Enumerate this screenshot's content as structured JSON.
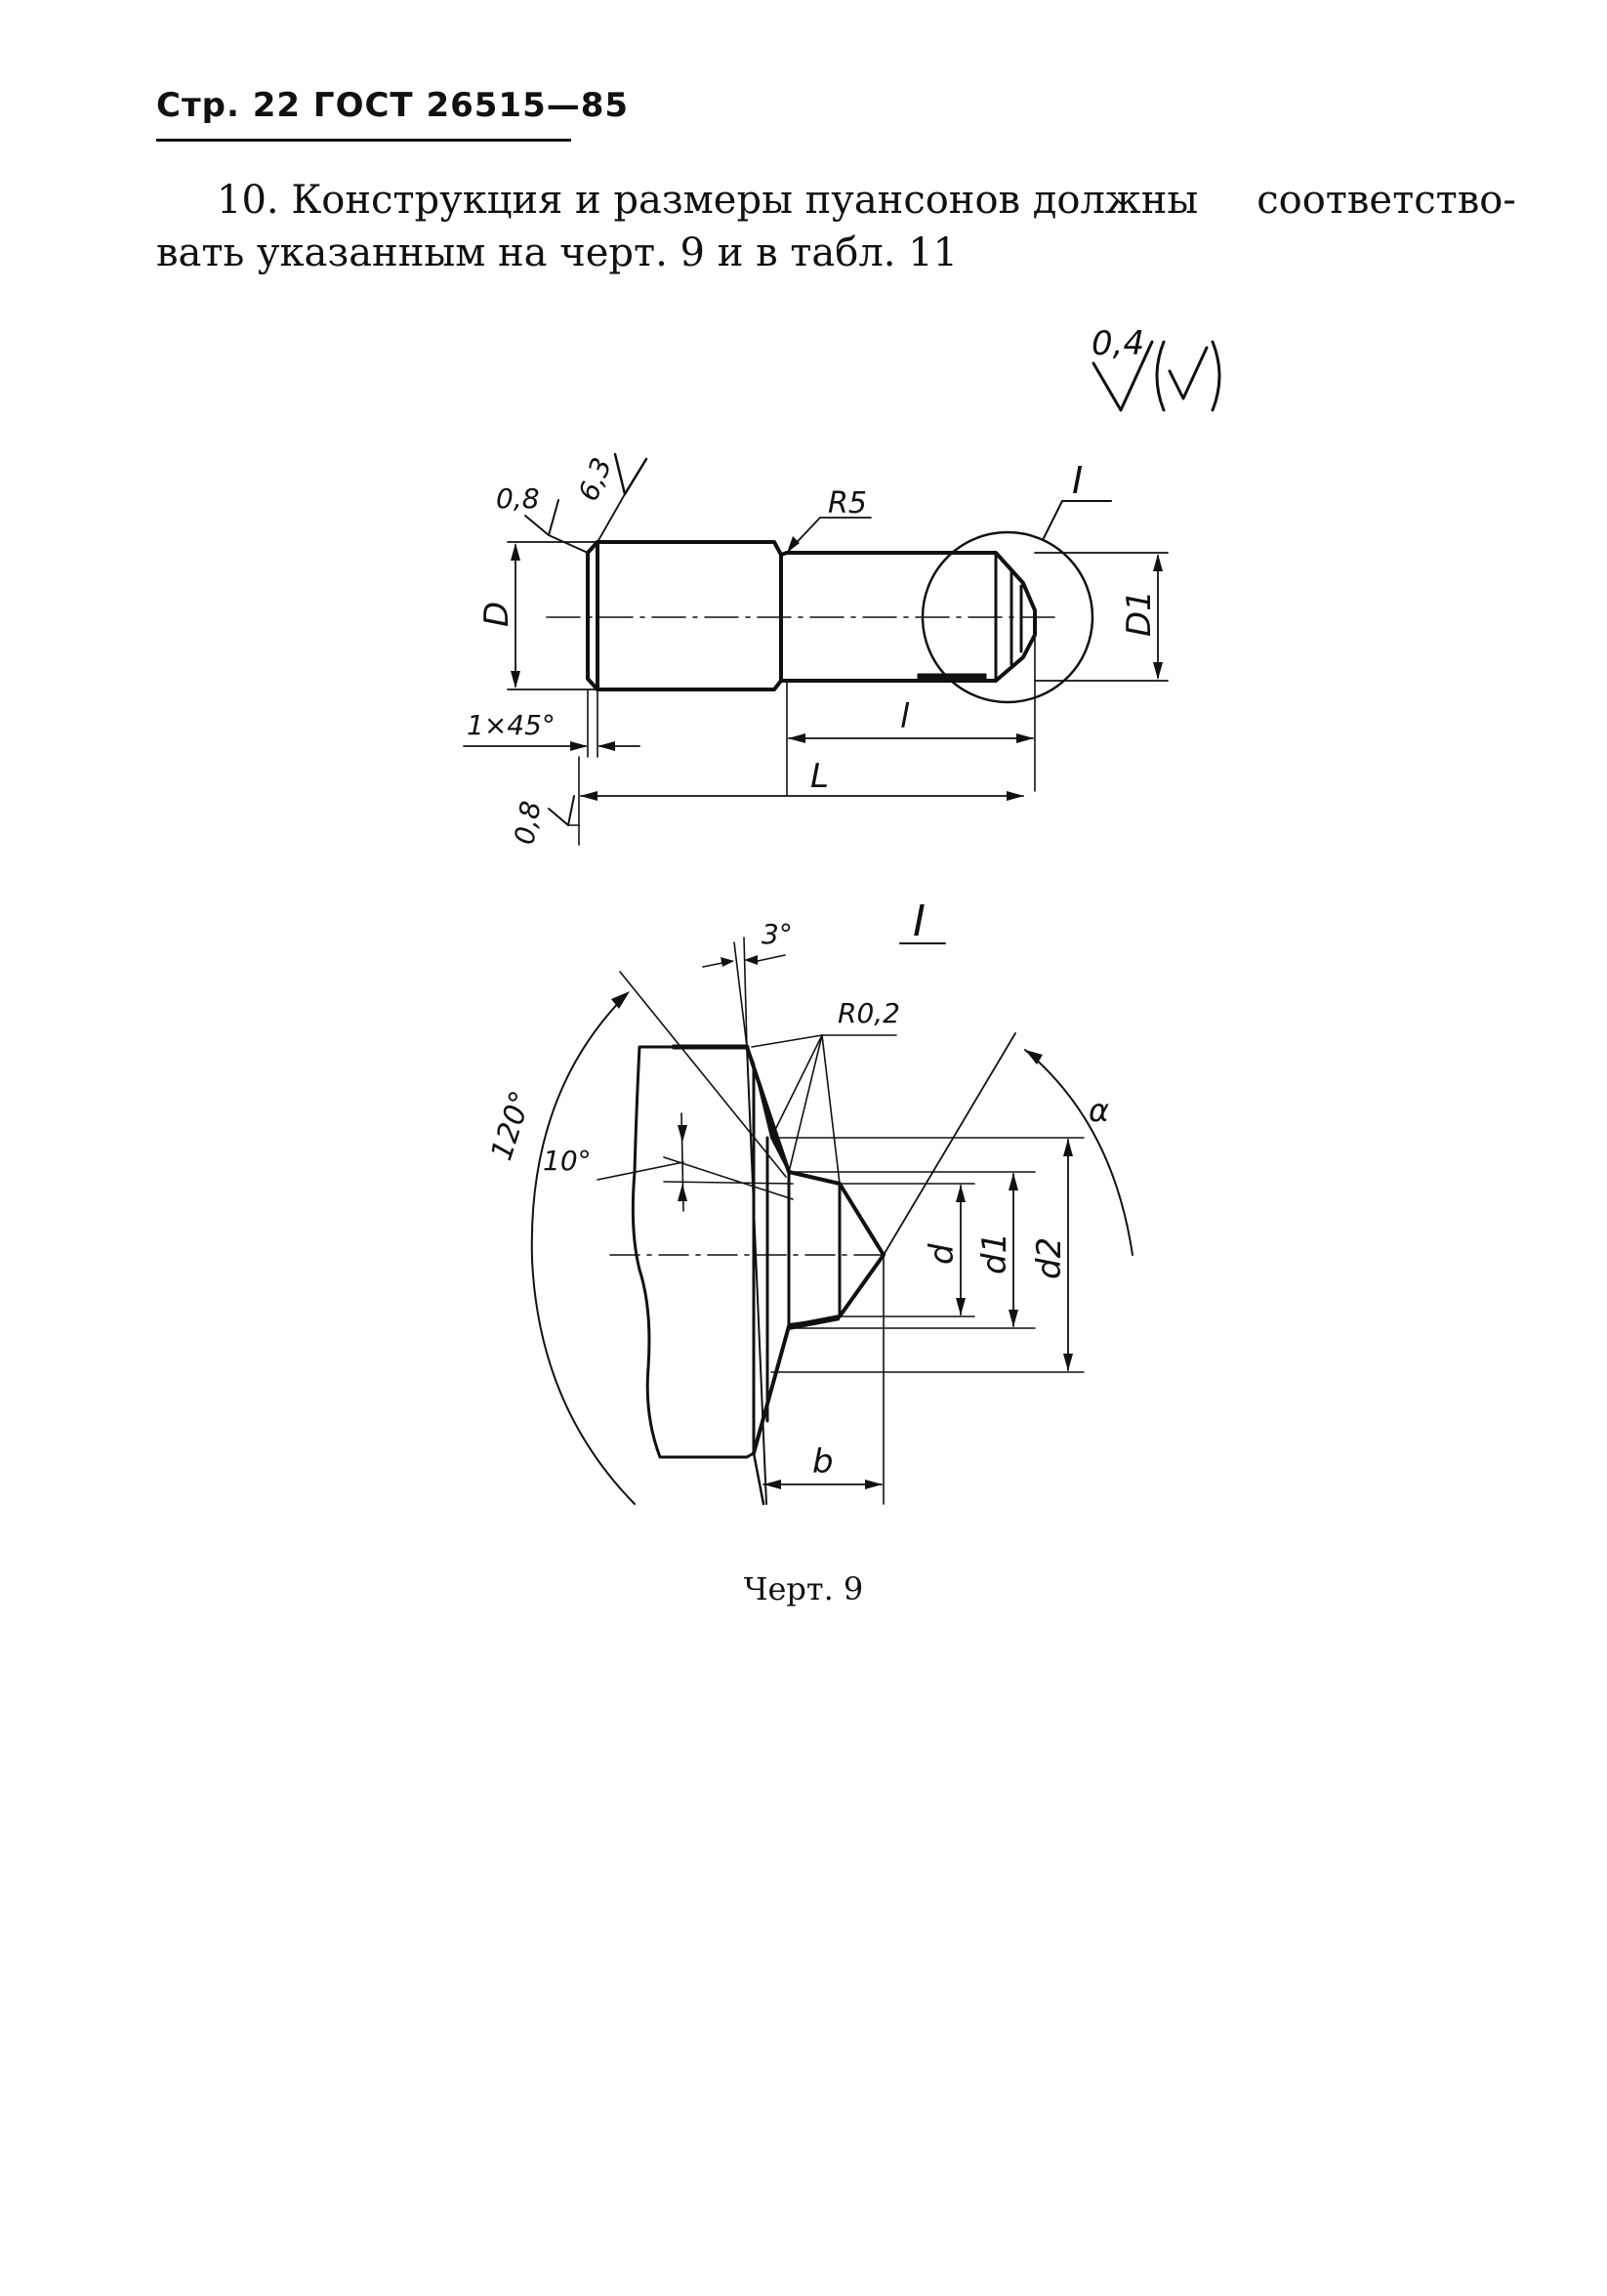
{
  "header": {
    "page_ref": "Стр. 22 ГОСТ 26515—85"
  },
  "paragraph": {
    "line1_a": "10. Конструкция и размеры пуансонов должны",
    "line1_b": "соответство-",
    "line2": "вать указанным на черт. 9 и в табл. 11"
  },
  "drawing": {
    "roughness_general": "0,4",
    "main": {
      "chamfer_rough": "0,8",
      "face_rough": "6,3",
      "fillet": "R5",
      "detail_ref": "I",
      "dia_D": "D",
      "dia_D1": "D1",
      "chamfer": "1×45°",
      "len_l": "l",
      "len_L": "L",
      "end_rough": "0,8"
    },
    "detail": {
      "title": "I",
      "angle_3": "3°",
      "radius": "R0,2",
      "angle_120": "120°",
      "angle_10": "10°",
      "alpha": "α",
      "d": "d",
      "d1": "d1",
      "d2": "d2",
      "b": "b"
    }
  },
  "caption": "Черт. 9"
}
